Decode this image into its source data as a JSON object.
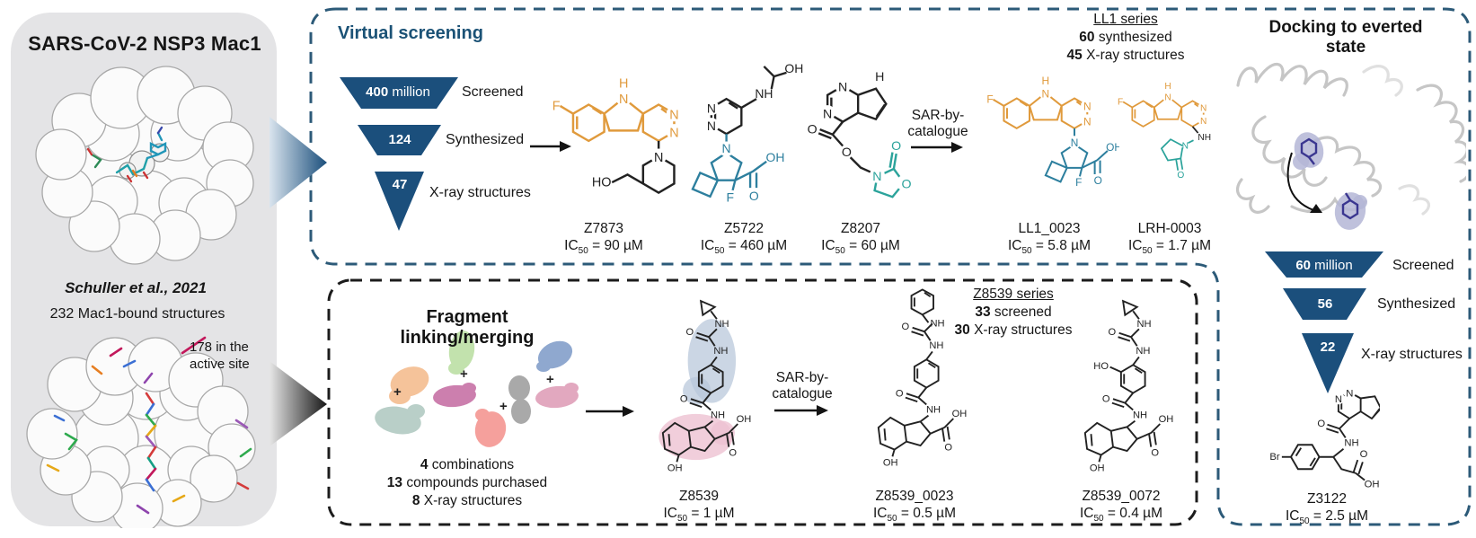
{
  "colors": {
    "accent_blue": "#1b5276",
    "funnel_blue": "#1b4f7c",
    "dashed_blue": "#2c5a78",
    "dashed_black": "#1c1c1c",
    "chem_orange": "#e09a3c",
    "chem_teal_blue": "#2d7f9e",
    "chem_teal_green": "#2ba39b",
    "highlight_blue": "#b7c6d9",
    "highlight_pink": "#eec2d2",
    "ligand_purple": "#3a3690"
  },
  "left_panel": {
    "title": "SARS-CoV-2 NSP3 Mac1",
    "citation": "Schuller et al., 2021",
    "count": "232 Mac1-bound structures",
    "note_line1": "178 in the",
    "note_line2": "active site"
  },
  "ic": {
    "prefix": "IC",
    "sub": "50"
  },
  "virtual_screening": {
    "title": "Virtual screening",
    "funnel": [
      {
        "num": "400",
        "rest": " million",
        "label": "Screened"
      },
      {
        "num": "124",
        "rest": "",
        "label": "Synthesized"
      },
      {
        "num": "47",
        "rest": "",
        "label": "X-ray structures"
      }
    ],
    "sar_line1": "SAR-by-",
    "sar_line2": "catalogue",
    "series": {
      "name": "LL1 series",
      "l1_num": "60",
      "l1_text": " synthesized",
      "l2_num": "45",
      "l2_text": " X-ray structures"
    }
  },
  "fragment_panel": {
    "title": "Fragment linking/merging",
    "plus": "+",
    "stats": [
      {
        "num": "4",
        "text": " combinations"
      },
      {
        "num": "13",
        "text": " compounds purchased"
      },
      {
        "num": "8",
        "text": " X-ray structures"
      }
    ],
    "sar_line1": "SAR-by-",
    "sar_line2": "catalogue",
    "series": {
      "name": "Z8539 series",
      "l1_num": "33",
      "l1_text": " screened",
      "l2_num": "30",
      "l2_text": " X-ray structures"
    }
  },
  "docking_panel": {
    "title": "Docking to everted state",
    "funnel": [
      {
        "num": "60",
        "rest": " million",
        "label": "Screened"
      },
      {
        "num": "56",
        "rest": "",
        "label": "Synthesized"
      },
      {
        "num": "22",
        "rest": "",
        "label": "X-ray structures"
      }
    ]
  },
  "compounds": {
    "z7873": {
      "name": "Z7873",
      "ic": " = 90 µM",
      "atoms": [
        "F",
        "H",
        "N",
        "N",
        "N",
        "N",
        "HO"
      ]
    },
    "z5722": {
      "name": "Z5722",
      "ic": " = 460 µM",
      "atoms": [
        "OH",
        "NH",
        "N",
        "N",
        "N",
        "F",
        "O",
        "OH"
      ]
    },
    "z8207": {
      "name": "Z8207",
      "ic": " = 60 µM",
      "atoms": [
        "N",
        "N",
        "H",
        "O",
        "O",
        "N",
        "O",
        "O"
      ]
    },
    "ll1_0023": {
      "name": "LL1_0023",
      "ic": " = 5.8 µM",
      "atoms": [
        "F",
        "H",
        "N",
        "N",
        "N",
        "N",
        "F",
        "O",
        "OH"
      ]
    },
    "lrh_0003": {
      "name": "LRH-0003",
      "ic": " = 1.7 µM",
      "atoms": [
        "F",
        "H",
        "N",
        "N",
        "N",
        "NH",
        "N",
        "O"
      ]
    },
    "z8539": {
      "name": "Z8539",
      "ic": " = 1 µM",
      "atoms": [
        "NH",
        "O",
        "NH",
        "O",
        "NH",
        "OH",
        "O",
        "OH"
      ]
    },
    "z8539_0023": {
      "name": "Z8539_0023",
      "ic": " = 0.5 µM",
      "atoms": [
        "NH",
        "O",
        "NH",
        "O",
        "NH",
        "OH",
        "O",
        "OH"
      ]
    },
    "z8539_0072": {
      "name": "Z8539_0072",
      "ic": " = 0.4 µM",
      "atoms": [
        "NH",
        "O",
        "NH",
        "HO",
        "O",
        "NH",
        "OH",
        "O",
        "OH"
      ]
    },
    "z3122": {
      "name": "Z3122",
      "ic": " = 2.5 µM",
      "atoms": [
        "N",
        "N",
        "NH",
        "O",
        "NH",
        "Br",
        "O",
        "OH"
      ]
    }
  }
}
